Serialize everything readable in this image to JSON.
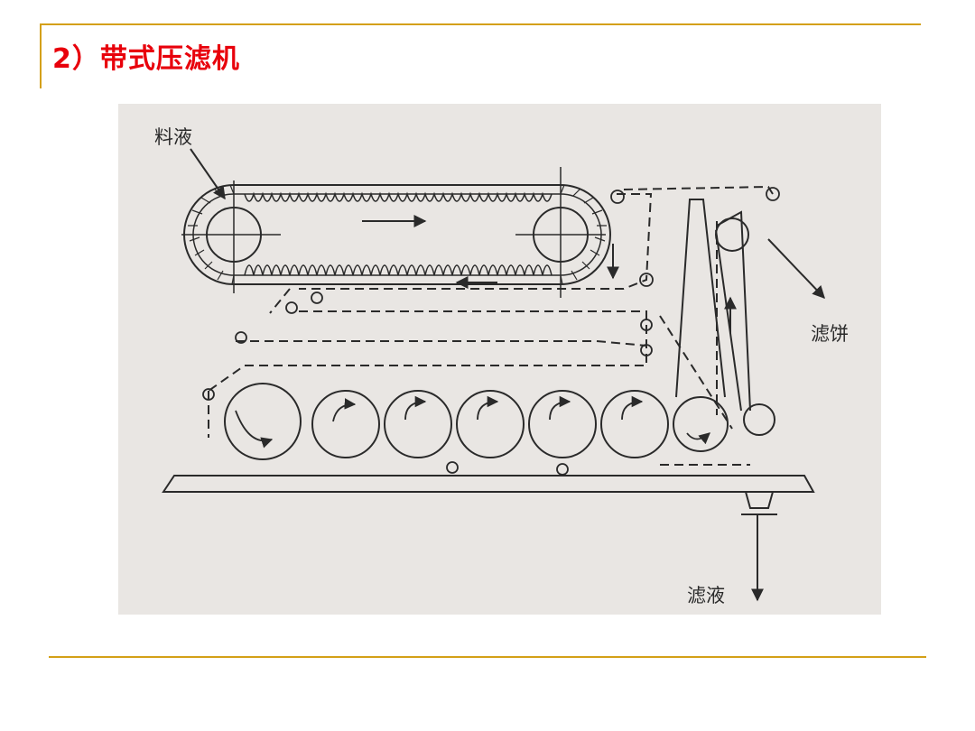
{
  "slide": {
    "title": "2）带式压滤机"
  },
  "figure": {
    "labels": {
      "feed": "料液",
      "cake": "滤饼",
      "filtrate": "滤液"
    }
  },
  "colors": {
    "title": "#e8000b",
    "rule": "#d4a017",
    "figure_background": "#e9e6e3",
    "ink": "#2a2a2a"
  }
}
